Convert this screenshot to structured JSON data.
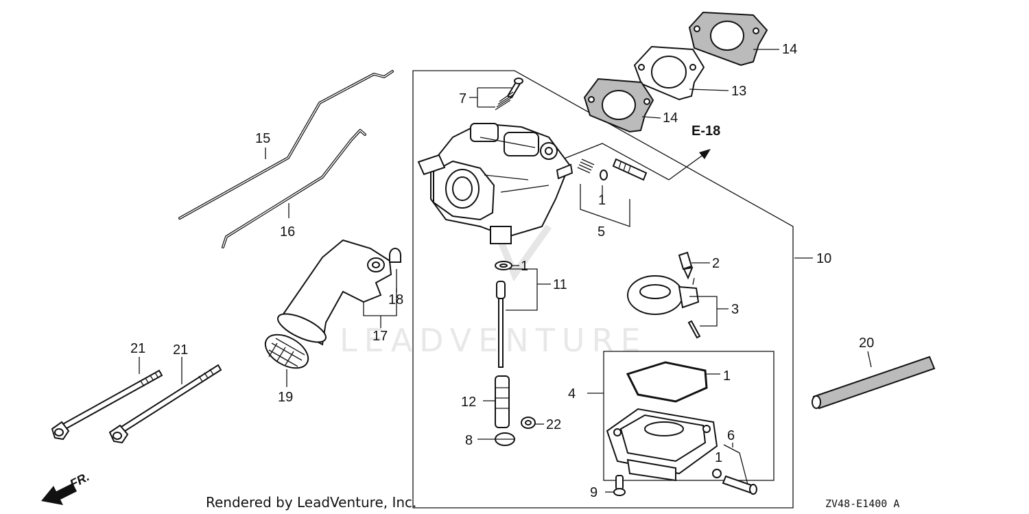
{
  "diagram": {
    "reference": "E-18",
    "footer": "Rendered by LeadVenture, Inc.",
    "code": "ZV48-E1400 A",
    "watermark": "LEADVENTURE",
    "direction": "FR.",
    "callouts": [
      {
        "id": "c14a",
        "label": "14"
      },
      {
        "id": "c13",
        "label": "13"
      },
      {
        "id": "c14b",
        "label": "14"
      },
      {
        "id": "c7",
        "label": "7"
      },
      {
        "id": "c15",
        "label": "15"
      },
      {
        "id": "c16",
        "label": "16"
      },
      {
        "id": "c1a",
        "label": "1"
      },
      {
        "id": "c5",
        "label": "5"
      },
      {
        "id": "c10",
        "label": "10"
      },
      {
        "id": "c1b",
        "label": "1"
      },
      {
        "id": "c11",
        "label": "11"
      },
      {
        "id": "c2",
        "label": "2"
      },
      {
        "id": "c3",
        "label": "3"
      },
      {
        "id": "c18",
        "label": "18"
      },
      {
        "id": "c17",
        "label": "17"
      },
      {
        "id": "c21a",
        "label": "21"
      },
      {
        "id": "c21b",
        "label": "21"
      },
      {
        "id": "c19",
        "label": "19"
      },
      {
        "id": "c20",
        "label": "20"
      },
      {
        "id": "c1c",
        "label": "1"
      },
      {
        "id": "c4",
        "label": "4"
      },
      {
        "id": "c12",
        "label": "12"
      },
      {
        "id": "c22",
        "label": "22"
      },
      {
        "id": "c8",
        "label": "8"
      },
      {
        "id": "c6",
        "label": "6"
      },
      {
        "id": "c1d",
        "label": "1"
      },
      {
        "id": "c9",
        "label": "9"
      }
    ]
  }
}
